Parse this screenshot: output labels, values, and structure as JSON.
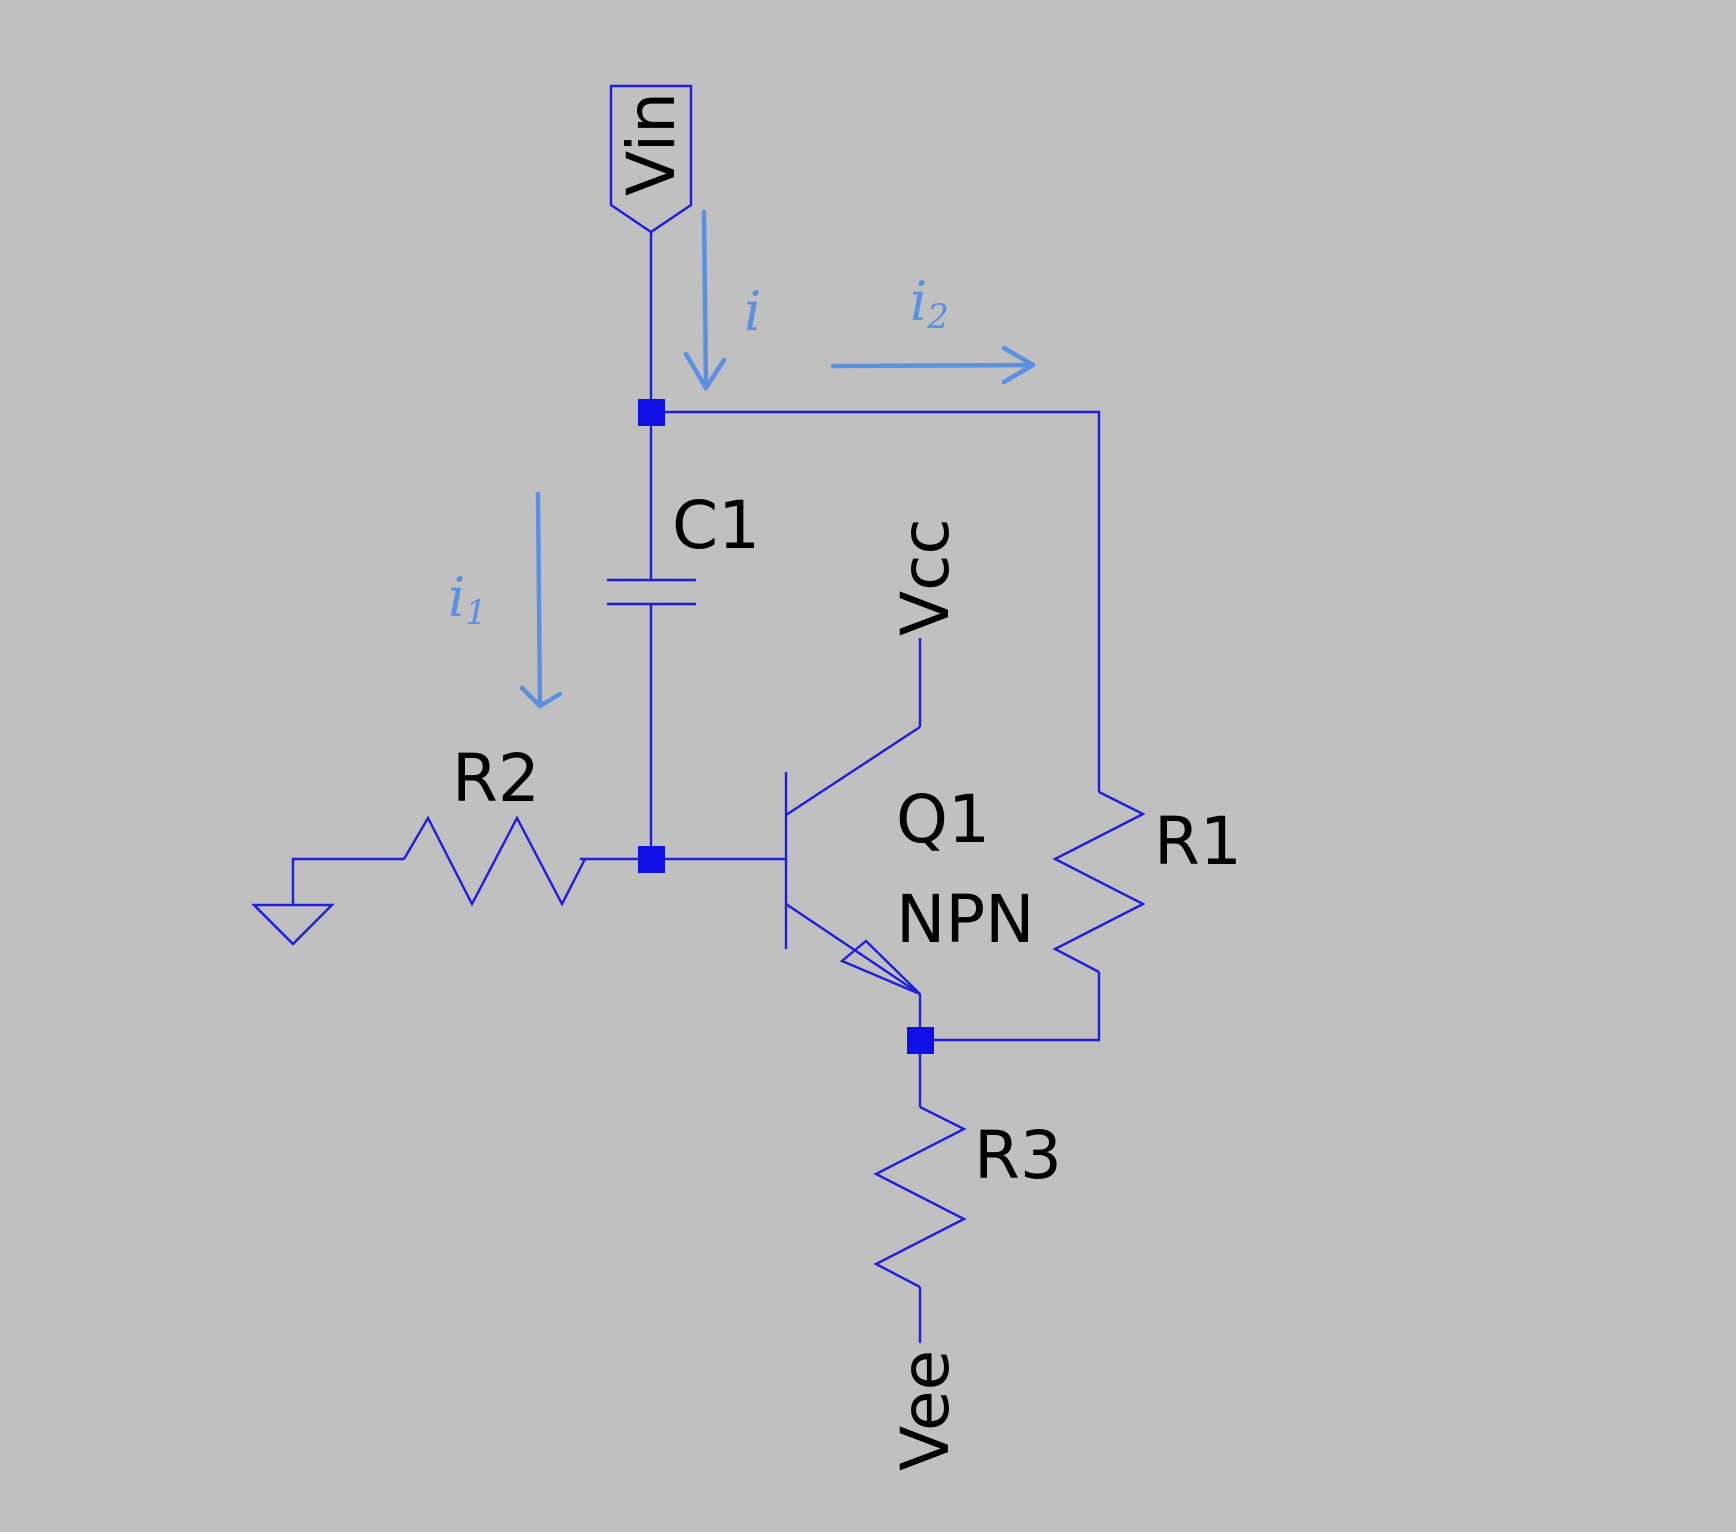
{
  "schematic": {
    "components": {
      "input_port": "Vin",
      "capacitor": "C1",
      "resistor_r1": "R1",
      "resistor_r2": "R2",
      "resistor_r3": "R3",
      "transistor_name": "Q1",
      "transistor_type": "NPN",
      "supply_pos": "Vcc",
      "supply_neg": "Vee"
    },
    "annotations": {
      "current_total": {
        "symbol": "i",
        "subscript": ""
      },
      "current_1": {
        "symbol": "i",
        "subscript": "1"
      },
      "current_2": {
        "symbol": "i",
        "subscript": "2"
      }
    },
    "colors": {
      "background": "#c0c0c0",
      "wire": "#1e1ede",
      "junction": "#1010e6",
      "annotation": "#5b8fe0",
      "label": "#000000"
    }
  }
}
